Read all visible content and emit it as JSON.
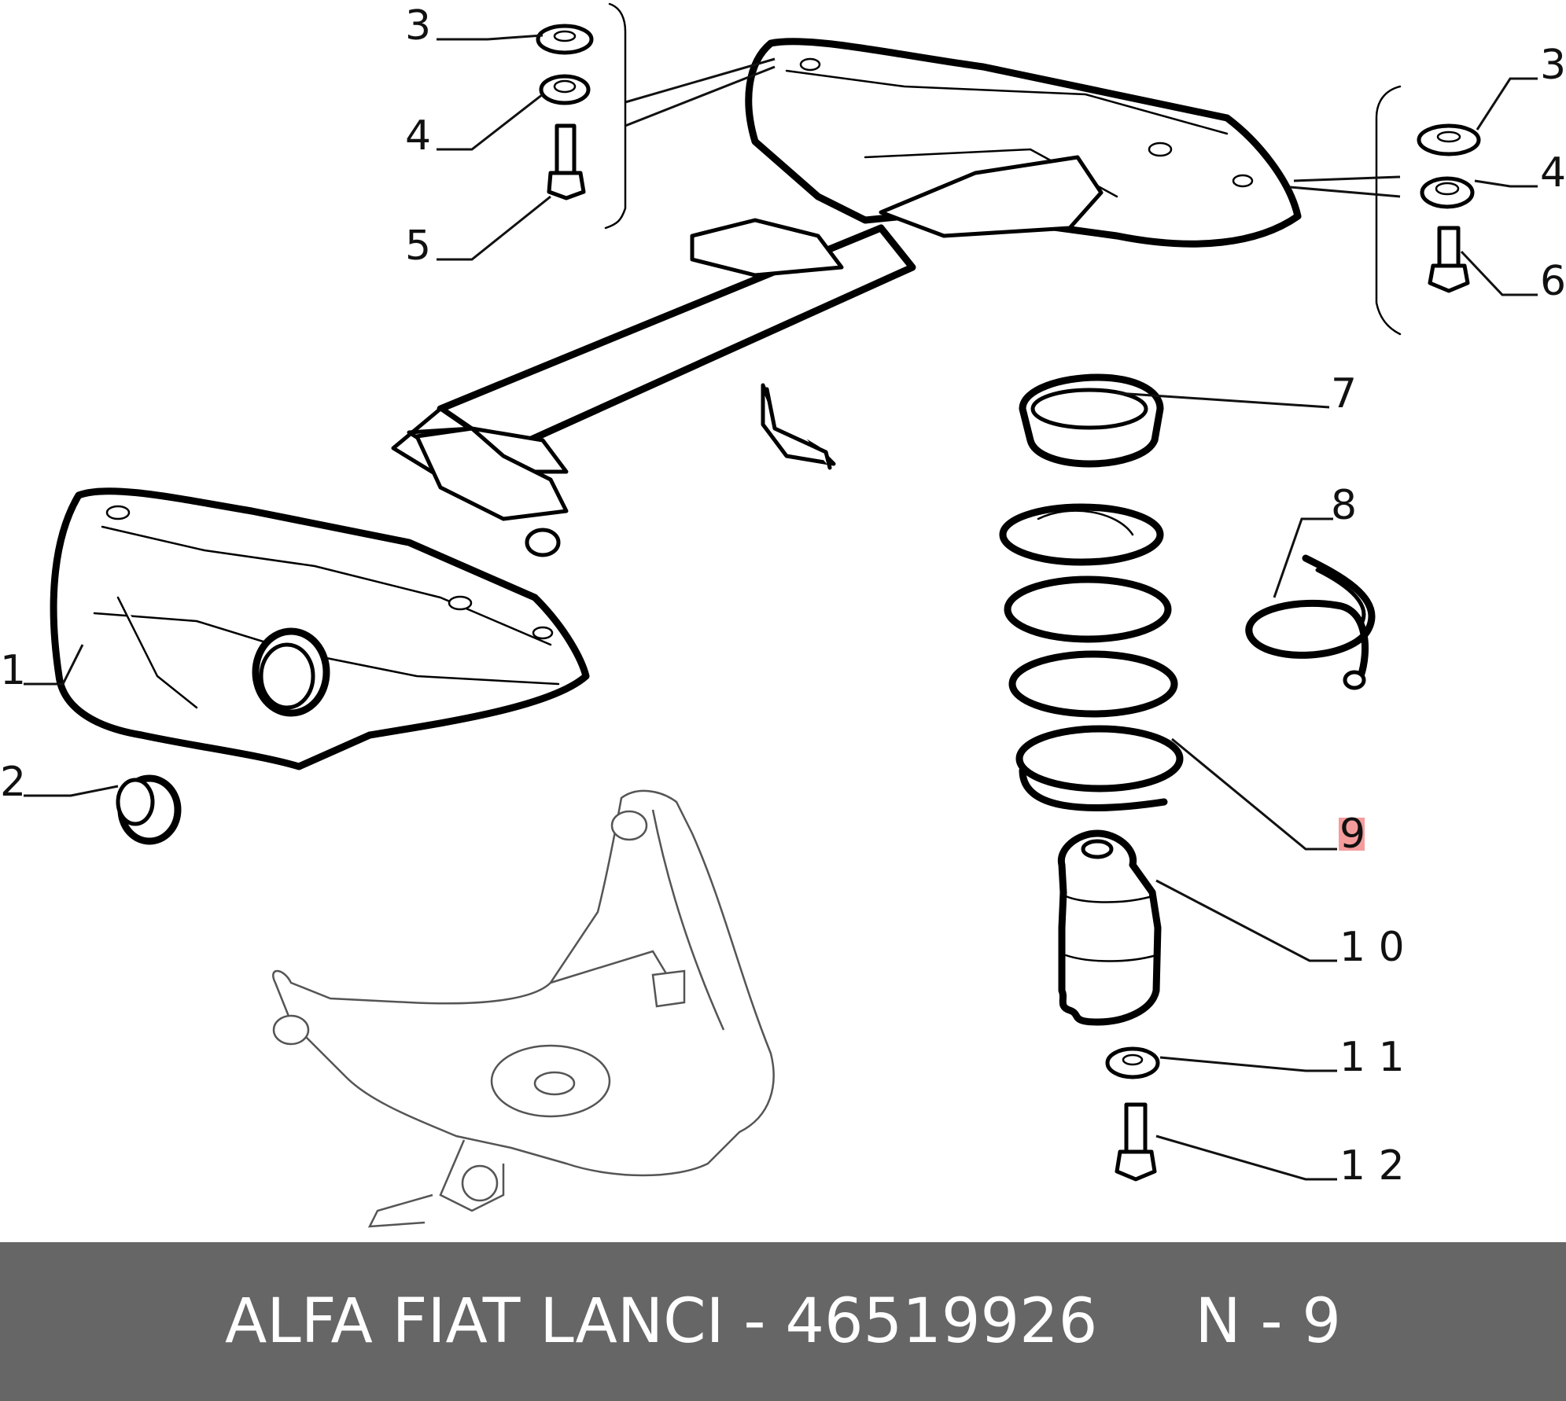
{
  "callouts": [
    {
      "id": "c3a",
      "label": "3"
    },
    {
      "id": "c4a",
      "label": "4"
    },
    {
      "id": "c5",
      "label": "5"
    },
    {
      "id": "c3b",
      "label": "3"
    },
    {
      "id": "c4b",
      "label": "4"
    },
    {
      "id": "c6",
      "label": "6"
    },
    {
      "id": "c7",
      "label": "7"
    },
    {
      "id": "c8",
      "label": "8"
    },
    {
      "id": "c9",
      "label": "9",
      "highlighted": true
    },
    {
      "id": "c10",
      "label": "1 0"
    },
    {
      "id": "c11",
      "label": "1 1"
    },
    {
      "id": "c12",
      "label": "1 2"
    },
    {
      "id": "c1",
      "label": "1"
    },
    {
      "id": "c2",
      "label": "2"
    }
  ],
  "footer": {
    "text": "ALFA FIAT LANCI - 46519926     N - 9"
  },
  "colors": {
    "footer_bg": "#666666",
    "footer_text": "#ffffff",
    "highlight": "#f28b8b"
  }
}
